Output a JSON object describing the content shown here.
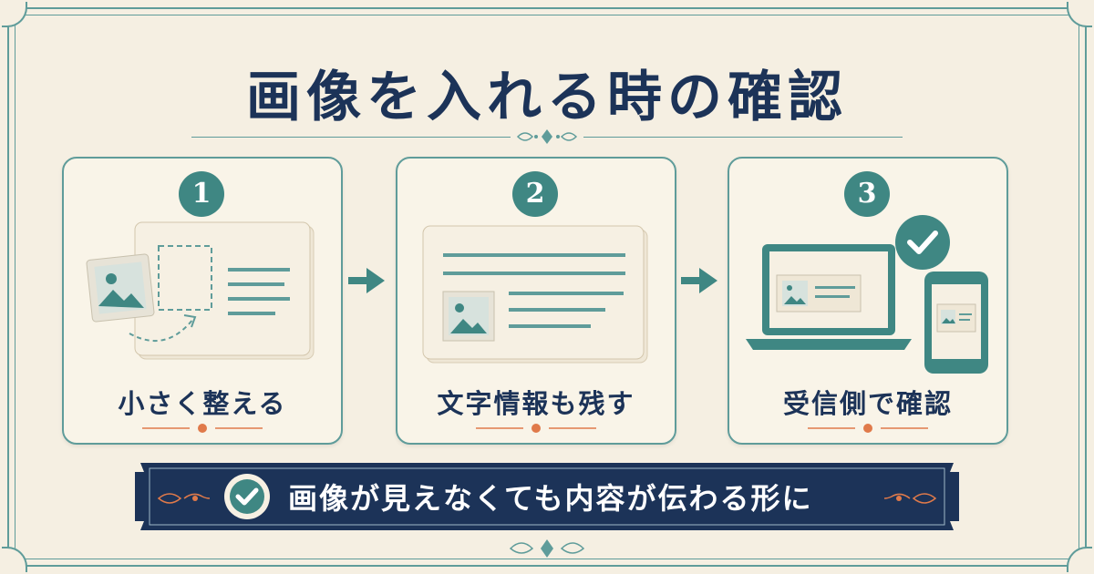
{
  "title": "画像を入れる時の確認",
  "steps": [
    {
      "number": "1",
      "label": "小さく整える"
    },
    {
      "number": "2",
      "label": "文字情報も残す"
    },
    {
      "number": "3",
      "label": "受信側で確認"
    }
  ],
  "banner": {
    "text": "画像が見えなくても内容が伝わる形に"
  },
  "colors": {
    "background": "#f5efe2",
    "teal": "#3f8783",
    "navy": "#1c3358",
    "accent_orange": "#e07a4a"
  },
  "icons": [
    "image-icon",
    "arrow-right-icon",
    "laptop-icon",
    "smartphone-icon",
    "checkmark-icon"
  ]
}
